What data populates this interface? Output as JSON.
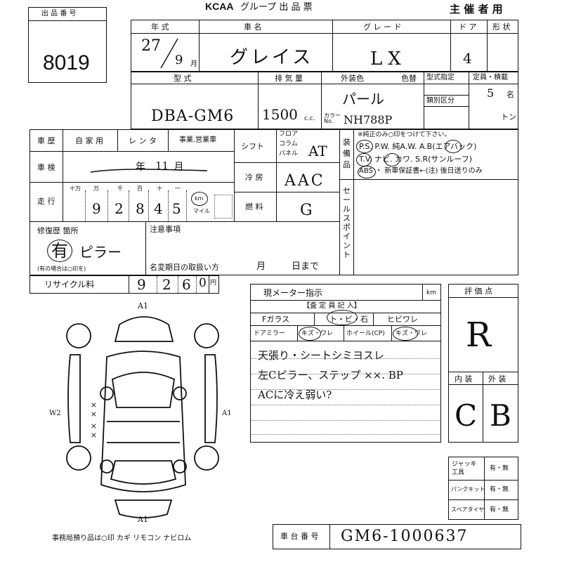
{
  "header": {
    "brand": "KCAA",
    "title": "グループ 出 品 票",
    "organizer": "主 催 者 用"
  },
  "lot": {
    "label": "出 品 番 号",
    "number": "8019"
  },
  "row1": {
    "year_label": "年 式",
    "name_label": "車 名",
    "grade_label": "グ レ ー ド",
    "door_label": "ド ア",
    "shape_label": "形 状",
    "year_value": "27",
    "month_value": "9",
    "month_unit": "月",
    "name_value": "グレイス",
    "grade_value": "LX",
    "door_value": "4"
  },
  "row2": {
    "model_label": "型 式",
    "displacement_label": "排 気 量",
    "exterior_color_label": "外装色",
    "color_change_label": "色替",
    "model_designation_label": "型式指定",
    "capacity_label": "定員・積載",
    "category_label": "類別区分",
    "model_value": "DBA-GM6",
    "displacement_value": "1500",
    "displacement_unit": "c.c.",
    "color_value": "パール",
    "color_no_label": "カラーNo.",
    "color_no_value": "NH788P",
    "capacity_value": "5",
    "capacity_unit": "名",
    "load_unit": "トン"
  },
  "history": {
    "label": "車 歴",
    "options": [
      "自 家 用",
      "レ ン タ",
      "事業.営業車"
    ]
  },
  "inspection": {
    "label": "車 検",
    "value": "年 月",
    "month_value": "11"
  },
  "mileage": {
    "label": "走 行",
    "units": [
      "十万",
      "万",
      "千",
      "百",
      "十",
      "一"
    ],
    "digits": [
      "",
      "9",
      "2",
      "8",
      "4",
      "5"
    ],
    "unit_km": "km",
    "unit_mile": "マイル"
  },
  "shift": {
    "label": "シフト",
    "options": [
      "フロア",
      "コラム",
      "パネル"
    ],
    "value": "AT"
  },
  "aircon": {
    "label": "冷 房",
    "value": "AAC"
  },
  "fuel": {
    "label": "燃 料",
    "value": "G"
  },
  "equipment": {
    "side_label": "装備品",
    "note": "※純正のみ○印をつけて下さい。",
    "line1": "P.S. P.W. 純A.W. A.B(エアバック)",
    "line2": "T.V. ナビ. カワ. S.R(サンルーフ)",
    "line3": "ABS ・ 新車保証書←(注) 後日送りのみ"
  },
  "sales_point_label": "セールスポイント",
  "repair": {
    "label": "修復歴 箇所",
    "value": "有",
    "note_value": "ピラー",
    "sub_label": "(有の場合は○印を)"
  },
  "remarks": {
    "label": "注意事項",
    "name_change_label": "名変期日の取扱い方",
    "month": "月",
    "day": "日まで"
  },
  "recycle": {
    "label": "リサイクル料",
    "digits": [
      "9",
      "2",
      "6",
      "0"
    ],
    "unit": "円"
  },
  "meter": {
    "label": "現メーター指示",
    "unit": "km"
  },
  "inspector": {
    "title": "【査 定 員 記 入】",
    "windshield": "Fガラス",
    "chip": "ト・ビ・石",
    "crack": "ヒビワレ",
    "mirror": "ドアミラー",
    "mirror_state": "キズ・ワレ",
    "wheel": "ホイール(CP)",
    "wheel_state": "キズ・ワレ",
    "note1": "天張り・シートシミヨスレ",
    "note2": "左Cピラー、ステップ ××. BP",
    "note3": "ACに冷え弱い?"
  },
  "rating": {
    "label": "評 価 点",
    "value": "R",
    "interior_label": "内 装",
    "exterior_label": "外 装",
    "interior_value": "C",
    "exterior_value": "B"
  },
  "tools": {
    "jack_label": "ジャッキ工具",
    "puncture_label": "パンクキット",
    "spare_label": "スペアタイヤ",
    "choice": "有・無"
  },
  "diagram_marks": {
    "front": "A1",
    "rear": "A1",
    "left": "W2",
    "right": "A1",
    "cross1": "××",
    "cross2": "××"
  },
  "office_note": "事務局預り品は○印 カギ リモコン ナビロム",
  "chassis": {
    "label": "車 台 番 号",
    "value": "GM6-1000637"
  }
}
